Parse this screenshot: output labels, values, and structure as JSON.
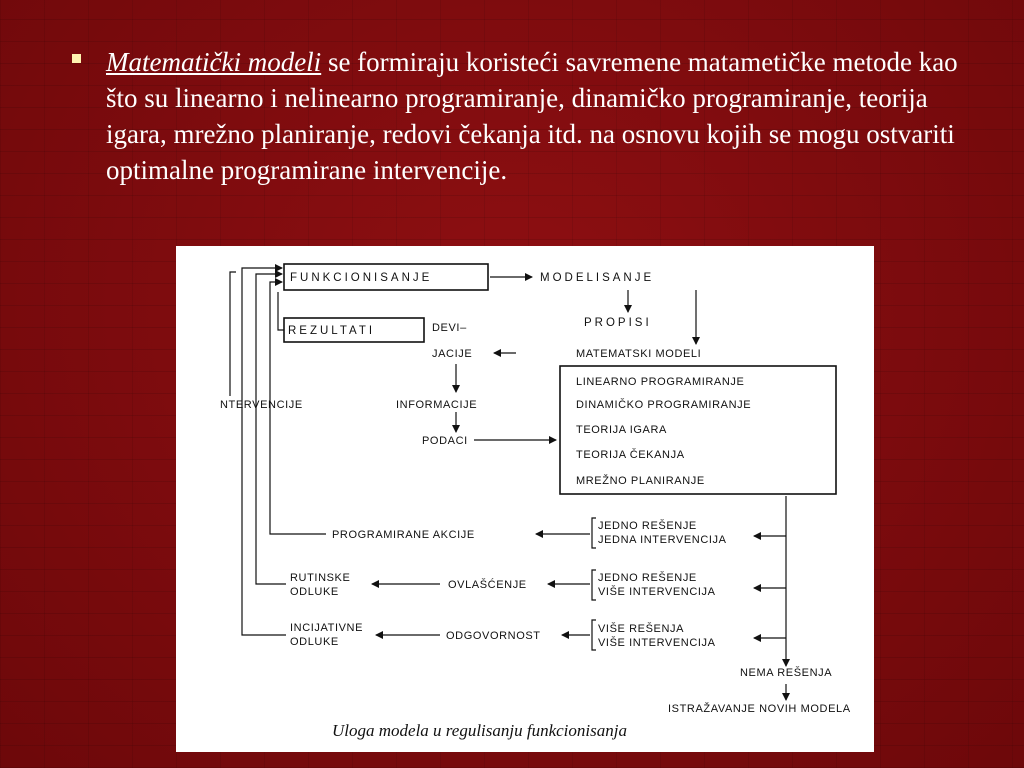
{
  "slide": {
    "term": "Matematički modeli",
    "text": " se formiraju koristeći savremene matametičke metode kao što su linearno i nelinearno programiranje, dinamičko programiranje, teorija igara, mrežno planiranje, redovi čekanja itd. na osnovu kojih se mogu ostvariti optimalne programirane intervencije."
  },
  "diagram": {
    "funkcionisanje": "FUNKCIONISANJE",
    "modelisanje": "MODELISANJE",
    "propisi": "PROPISI",
    "matematski_modeli": "MATEMATSKI MODELI",
    "models": [
      "LINEARNO PROGRAMIRANJE",
      "DINAMIČKO PROGRAMIRANJE",
      "TEORIJA IGARA",
      "TEORIJA ČEKANJA",
      "MREŽNO PLANIRANJE"
    ],
    "rezultati": "REZULTATI",
    "devi": "DEVI–",
    "jacije": "JACIJE",
    "intervencije": "NTERVENCIJE",
    "informacije": "INFORMACIJE",
    "podaci": "PODACI",
    "programirane_akcije": "PROGRAMIRANE AKCIJE",
    "rutinske_1": "RUTINSKE",
    "rutinske_2": "ODLUKE",
    "incijativne_1": "INCIJATIVNE",
    "incijativne_2": "ODLUKE",
    "ovlascenje": "OVLAŠĆENJE",
    "odgovornost": "ODGOVORNOST",
    "sol1_a": "JEDNO REŠENJE",
    "sol1_b": "JEDNA INTERVENCIJA",
    "sol2_a": "JEDNO REŠENJE",
    "sol2_b": "VIŠE INTERVENCIJA",
    "sol3_a": "VIŠE REŠENJA",
    "sol3_b": "VIŠE INTERVENCIJA",
    "nema_resenja": "NEMA REŠENJA",
    "istrazivanje": "ISTRAŽAVANJE NOVIH MODELA",
    "caption": "Uloga modela u regulisanju funkcionisanja"
  }
}
